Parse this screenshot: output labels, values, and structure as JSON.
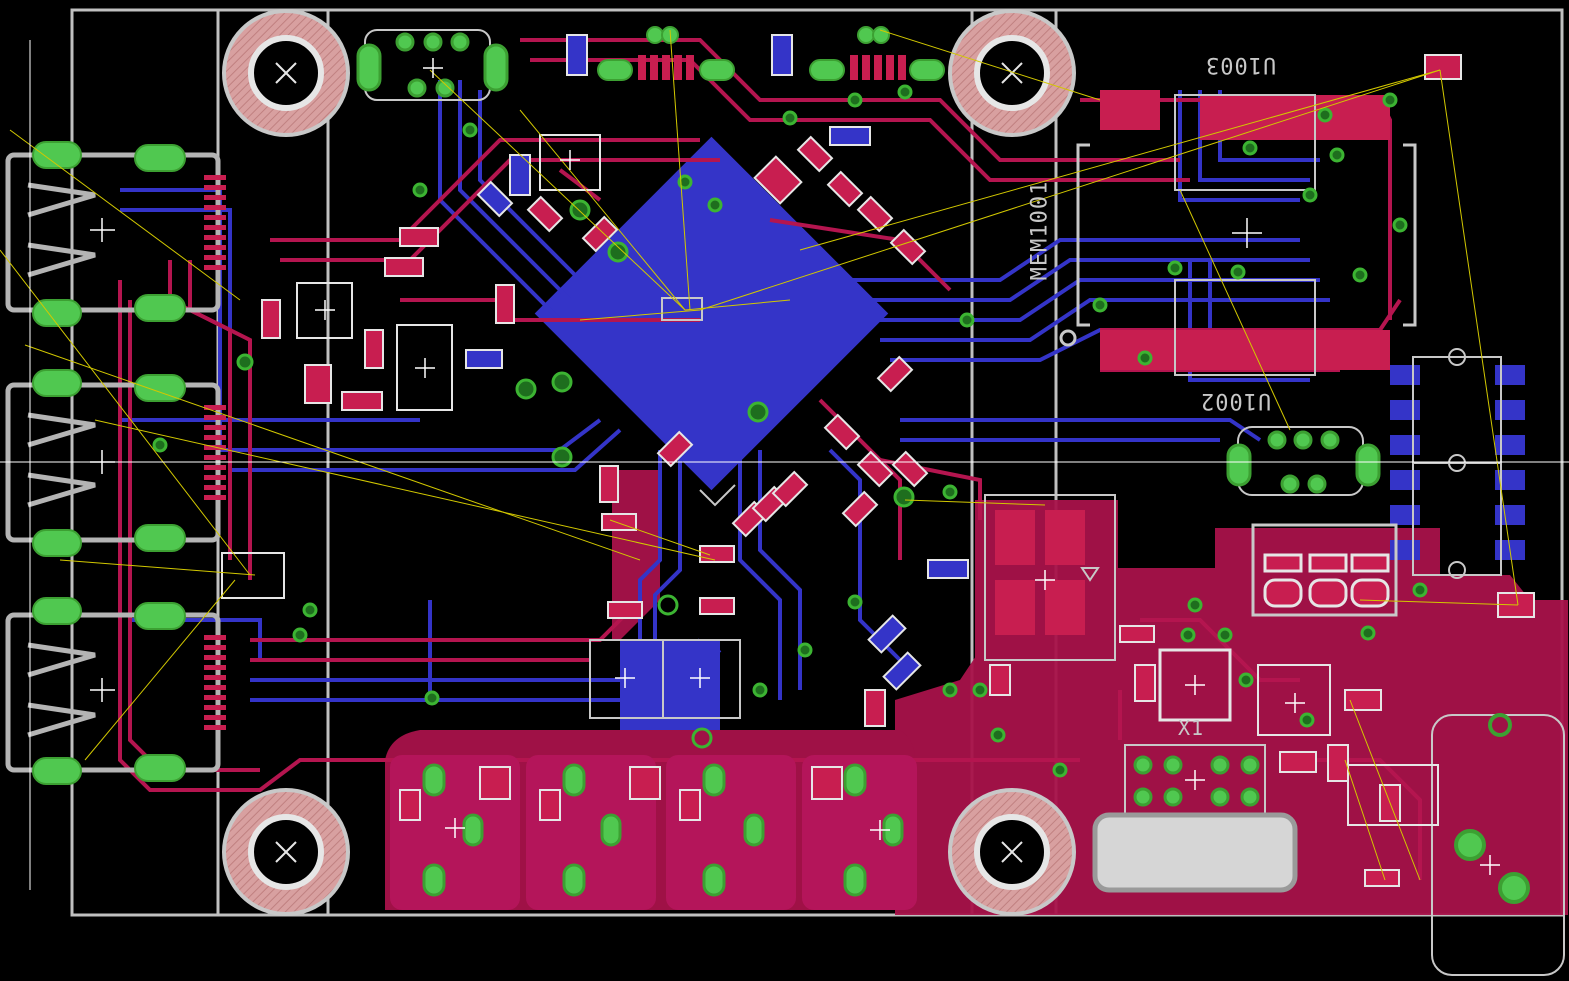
{
  "view": {
    "type": "pcb-layout",
    "colors": {
      "background": "#000000",
      "top_copper": "#b4154f",
      "bottom_copper": "#3434c8",
      "pad_top": "#c81e50",
      "via_ring": "#3cb432",
      "silkscreen": "#c8c8c8",
      "ratsnest": "#d2c800",
      "hole": "#e6e6e6",
      "dimension": "#ffffff"
    }
  },
  "labels": {
    "u1003": "U1003",
    "u1002": "U1002",
    "mem1001": "MEM1001",
    "x1": "X1"
  },
  "icons": {
    "mounting_hole": "cross-circle-icon",
    "component_origin": "plus-icon"
  }
}
